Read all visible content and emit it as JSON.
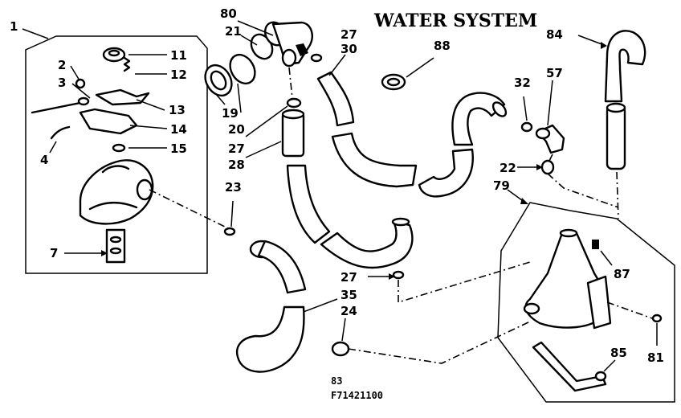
{
  "title": "WATER SYSTEM",
  "footer": {
    "page": "83",
    "code": "F71421100"
  },
  "callouts": {
    "c1": "1",
    "c2": "2",
    "c3": "3",
    "c4": "4",
    "c7": "7",
    "c11": "11",
    "c12": "12",
    "c13": "13",
    "c14": "14",
    "c15": "15",
    "c80": "80",
    "c21": "21",
    "c19": "19",
    "c20": "20",
    "c27a": "27",
    "c30": "30",
    "c27b": "27",
    "c28": "28",
    "c23": "23",
    "c88": "88",
    "c84": "84",
    "c32": "32",
    "c57": "57",
    "c22": "22",
    "c79": "79",
    "c27c": "27",
    "c35": "35",
    "c24": "24",
    "c87": "87",
    "c85": "85",
    "c81": "81"
  }
}
